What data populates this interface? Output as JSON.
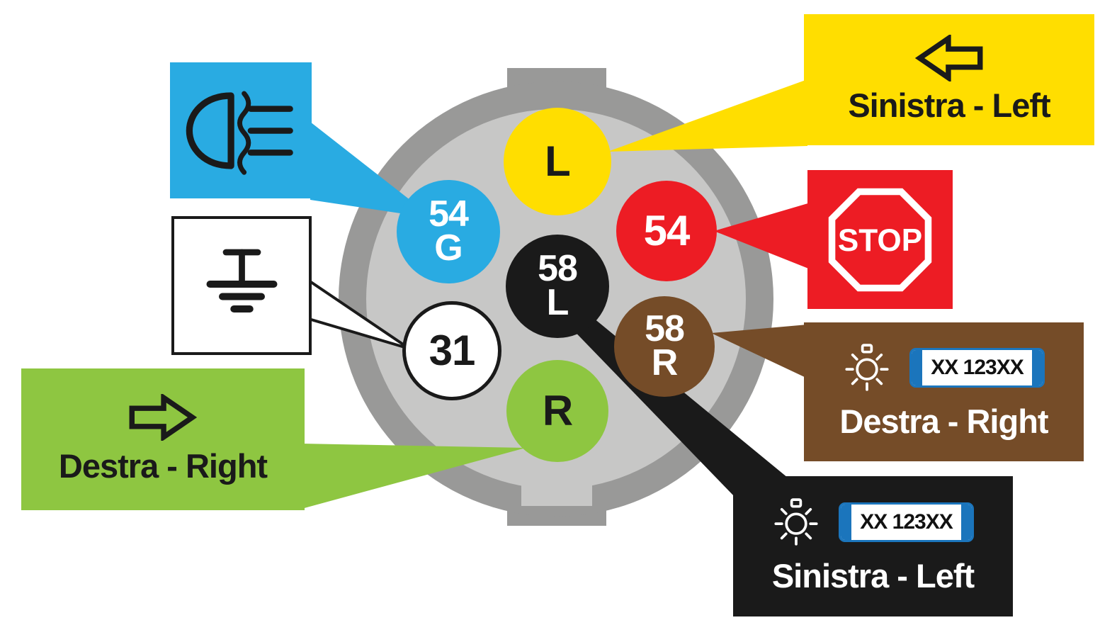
{
  "diagram": {
    "name": "7-pin trailer socket wiring diagram",
    "colors": {
      "socket_ring": "#999998",
      "socket_inner": "#C7C7C6",
      "yellow": "#FFDE00",
      "red": "#ED1C24",
      "brown": "#754C28",
      "green": "#8EC641",
      "cyan": "#29ABE2",
      "black": "#1A1A1A",
      "plate_blue": "#1B75BC"
    }
  },
  "pins": {
    "fog_54g": {
      "line1": "54",
      "line2": "G",
      "color": "#29ABE2",
      "text_color": "#FFFFFF"
    },
    "left_l": {
      "label": "L",
      "color": "#FFDE00",
      "text_color": "#1A1A1A"
    },
    "stop_54": {
      "label": "54",
      "color": "#ED1C24",
      "text_color": "#FFFFFF"
    },
    "tail_58l": {
      "line1": "58",
      "line2": "L",
      "color": "#1A1A1A",
      "text_color": "#FFFFFF"
    },
    "tail_58r": {
      "line1": "58",
      "line2": "R",
      "color": "#754C28",
      "text_color": "#FFFFFF"
    },
    "ground_31": {
      "label": "31",
      "color": "#FFFFFF",
      "text_color": "#1A1A1A"
    },
    "right_r": {
      "label": "R",
      "color": "#8EC641",
      "text_color": "#1A1A1A"
    }
  },
  "callouts": {
    "fog": {
      "icon": "fog-light-icon",
      "color": "#29ABE2"
    },
    "ground": {
      "icon": "ground-icon",
      "color": "#FFFFFF"
    },
    "right_turn": {
      "label": "Destra - Right",
      "icon": "arrow-right-icon",
      "color": "#8EC641"
    },
    "left_turn": {
      "label": "Sinistra - Left",
      "icon": "arrow-left-icon",
      "color": "#FFDE00"
    },
    "stop": {
      "label": "STOP",
      "icon": "stop-sign-icon",
      "color": "#ED1C24"
    },
    "plate_right": {
      "label": "Destra - Right",
      "plate_text": "XX 123XX",
      "icon": "license-plate-light-icon",
      "color": "#754C28"
    },
    "plate_left": {
      "label": "Sinistra - Left",
      "plate_text": "XX 123XX",
      "icon": "license-plate-light-icon",
      "color": "#1A1A1A"
    }
  }
}
